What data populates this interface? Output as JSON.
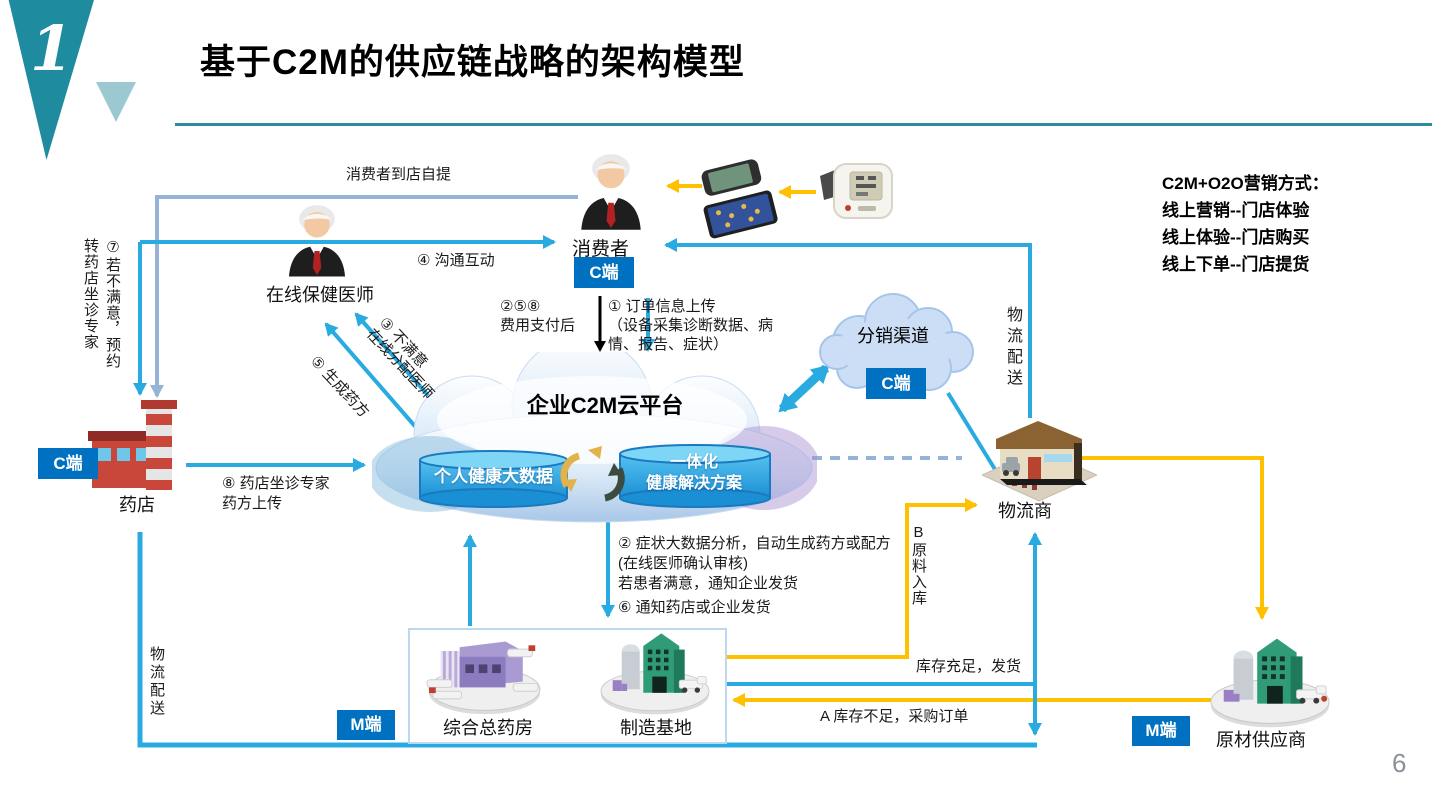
{
  "header": {
    "index": "1",
    "title": "基于C2M的供应链战略的架构模型"
  },
  "page_number": "6",
  "marketing_note": {
    "heading": "C2M+O2O营销方式：",
    "lines": "线上营销--门店体验\n线上体验--门店购买\n线上下单--门店提货"
  },
  "badges": {
    "c_side": "C端",
    "m_side": "M端"
  },
  "nodes": {
    "consumer": "消费者",
    "doctor": "在线保健医师",
    "pharmacy": "药店",
    "cloud_title": "企业C2M云平台",
    "db_left": "个人健康大数据",
    "db_right": "一体化\n健康解决方案",
    "channel": "分销渠道",
    "logistics": "物流商",
    "central_pharmacy": "综合总药房",
    "mfg_base": "制造基地",
    "supplier": "原材供应商"
  },
  "edges": {
    "pickup": "消费者到店自提",
    "e4": "④ 沟通互动",
    "e7_col1": "⑦若不满意，预约",
    "e7_col2": "转药店坐诊专家",
    "e258": "②⑤⑧\n费用支付后",
    "e1": "① 订单信息上传\n（设备采集诊断数据、病\n情、报告、症状）",
    "e3": "③ 不满意\n在线分配医师",
    "e5": "⑤ 生成药方",
    "e8": "⑧ 药店坐诊专家\n药方上传",
    "logistics_delivery_right": "物流配送",
    "logistics_delivery_left": "物流配送",
    "e2": "② 症状大数据分析，自动生成药方或配方\n  (在线医师确认审核)\n  若患者满意，通知企业发货",
    "e6": "⑥ 通知药店或企业发货",
    "b_material": "B原料入库",
    "stock_ok": "库存充足，发货",
    "stock_short": "A 库存不足，采购订单"
  },
  "colors": {
    "accent_teal": "#1E8C9E",
    "line_blue": "#29ABE2",
    "line_yellow": "#FFC000",
    "line_gray": "#95B3D7",
    "badge_blue": "#0070C0"
  }
}
